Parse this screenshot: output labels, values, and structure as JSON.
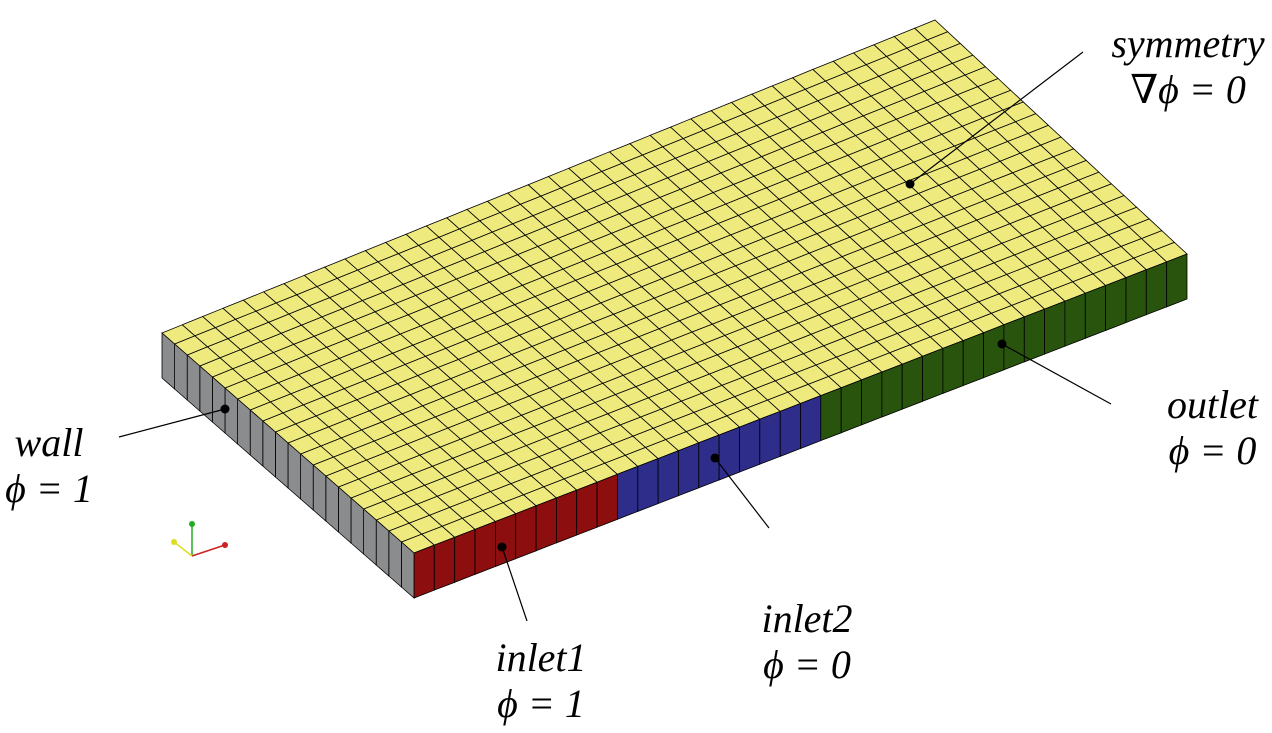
{
  "mesh": {
    "cells_long": 38,
    "cells_short": 20,
    "face_colors": {
      "top": "#eeea7e",
      "wall": "#8b8c8e",
      "inlet1": "#8c0e0e",
      "inlet2": "#2e2e8a",
      "outlet": "#28540e",
      "edge": "#000000"
    },
    "front_segments": {
      "inlet1_cells": 10,
      "inlet2_cells": 10,
      "outlet_cells": 18
    }
  },
  "boundaries": {
    "symmetry": {
      "name": "symmetry",
      "condition": "∇ϕ = 0"
    },
    "outlet": {
      "name": "outlet",
      "condition": "ϕ = 0"
    },
    "inlet2": {
      "name": "inlet2",
      "condition": "ϕ = 0"
    },
    "inlet1": {
      "name": "inlet1",
      "condition": "ϕ = 1"
    },
    "wall": {
      "name": "wall",
      "condition": "ϕ = 1"
    }
  },
  "axes_triad": {
    "colors": {
      "y": "#22aa22",
      "x": "#cc2222",
      "z": "#dddd22"
    }
  }
}
